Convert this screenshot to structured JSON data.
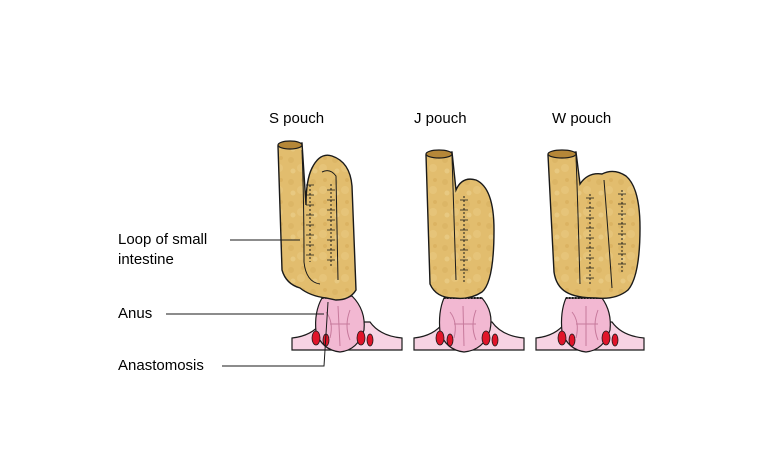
{
  "titles": {
    "s_pouch": "S pouch",
    "j_pouch": "J pouch",
    "w_pouch": "W pouch"
  },
  "labels": {
    "loop_line1": "Loop of small",
    "loop_line2": "intestine",
    "anus": "Anus",
    "anastomosis": "Anastomosis"
  },
  "colors": {
    "intestine": "#e2bd6e",
    "intestine_dark": "#c89a45",
    "anal_canal": "#f2b8d2",
    "anal_skin": "#f7d3e3",
    "muscle_red": "#e0152a",
    "outline": "#1a1a1a"
  }
}
